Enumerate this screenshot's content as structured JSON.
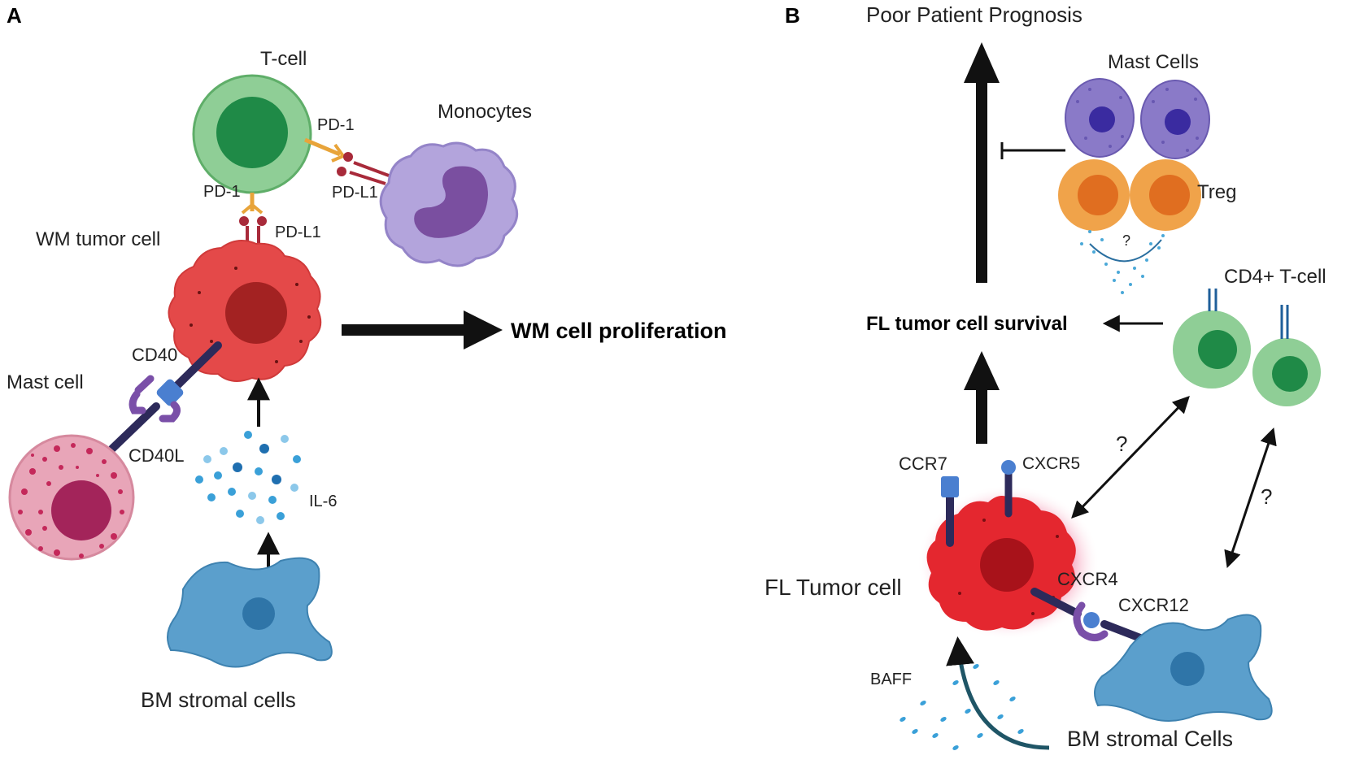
{
  "panel_a": {
    "letter": "A",
    "labels": {
      "t_cell": "T-cell",
      "monocytes": "Monocytes",
      "pd1_top": "PD-1",
      "pdl1_top": "PD-L1",
      "pd1_left": "PD-1",
      "pdl1_left": "PD-L1",
      "wm_tumor_cell": "WM tumor cell",
      "cd40": "CD40",
      "mast_cell": "Mast cell",
      "cd40l": "CD40L",
      "il6": "IL-6",
      "bm_stromal": "BM stromal cells",
      "proliferation": "WM cell proliferation"
    }
  },
  "panel_b": {
    "letter": "B",
    "labels": {
      "prognosis": "Poor Patient Prognosis",
      "mast_cells": "Mast Cells",
      "treg": "Treg",
      "treg_question": "?",
      "cd4_tcell": "CD4+ T-cell",
      "survival": "FL tumor cell survival",
      "ccr7": "CCR7",
      "cxcr5": "CXCR5",
      "fl_tumor_cell": "FL Tumor cell",
      "cxcr4": "CXCR4",
      "cxcr12": "CXCR12",
      "baff": "BAFF",
      "bm_stromal": "BM stromal Cells",
      "question_left": "?",
      "question_right": "?"
    }
  },
  "colors": {
    "tcell_outer": "#8fce96",
    "tcell_inner": "#1f8a47",
    "monocyte": "#b3a4dc",
    "monocyte_nucleus": "#7a4fa0",
    "tumor": "#e44949",
    "tumor_nucleus": "#a32222",
    "mast_outer": "#e8a5b8",
    "mast_nucleus": "#a3245a",
    "stromal": "#5b9fcc",
    "stromal_nucleus": "#2f75a8",
    "il6": "#3aa0d8",
    "mast_purple": "#8a7ac8",
    "mast_purple_nucleus": "#3a2ba0",
    "treg": "#f0a34a",
    "treg_nucleus": "#e06e20",
    "cd4_outer": "#8fce96",
    "cd4_inner": "#1f8a47",
    "receptor_navy": "#2d2a5a",
    "receptor_purple": "#7a4fa8",
    "receptor_blue": "#4a7fd0",
    "pd1": "#e8a43a",
    "pdl1": "#a82a3a"
  }
}
